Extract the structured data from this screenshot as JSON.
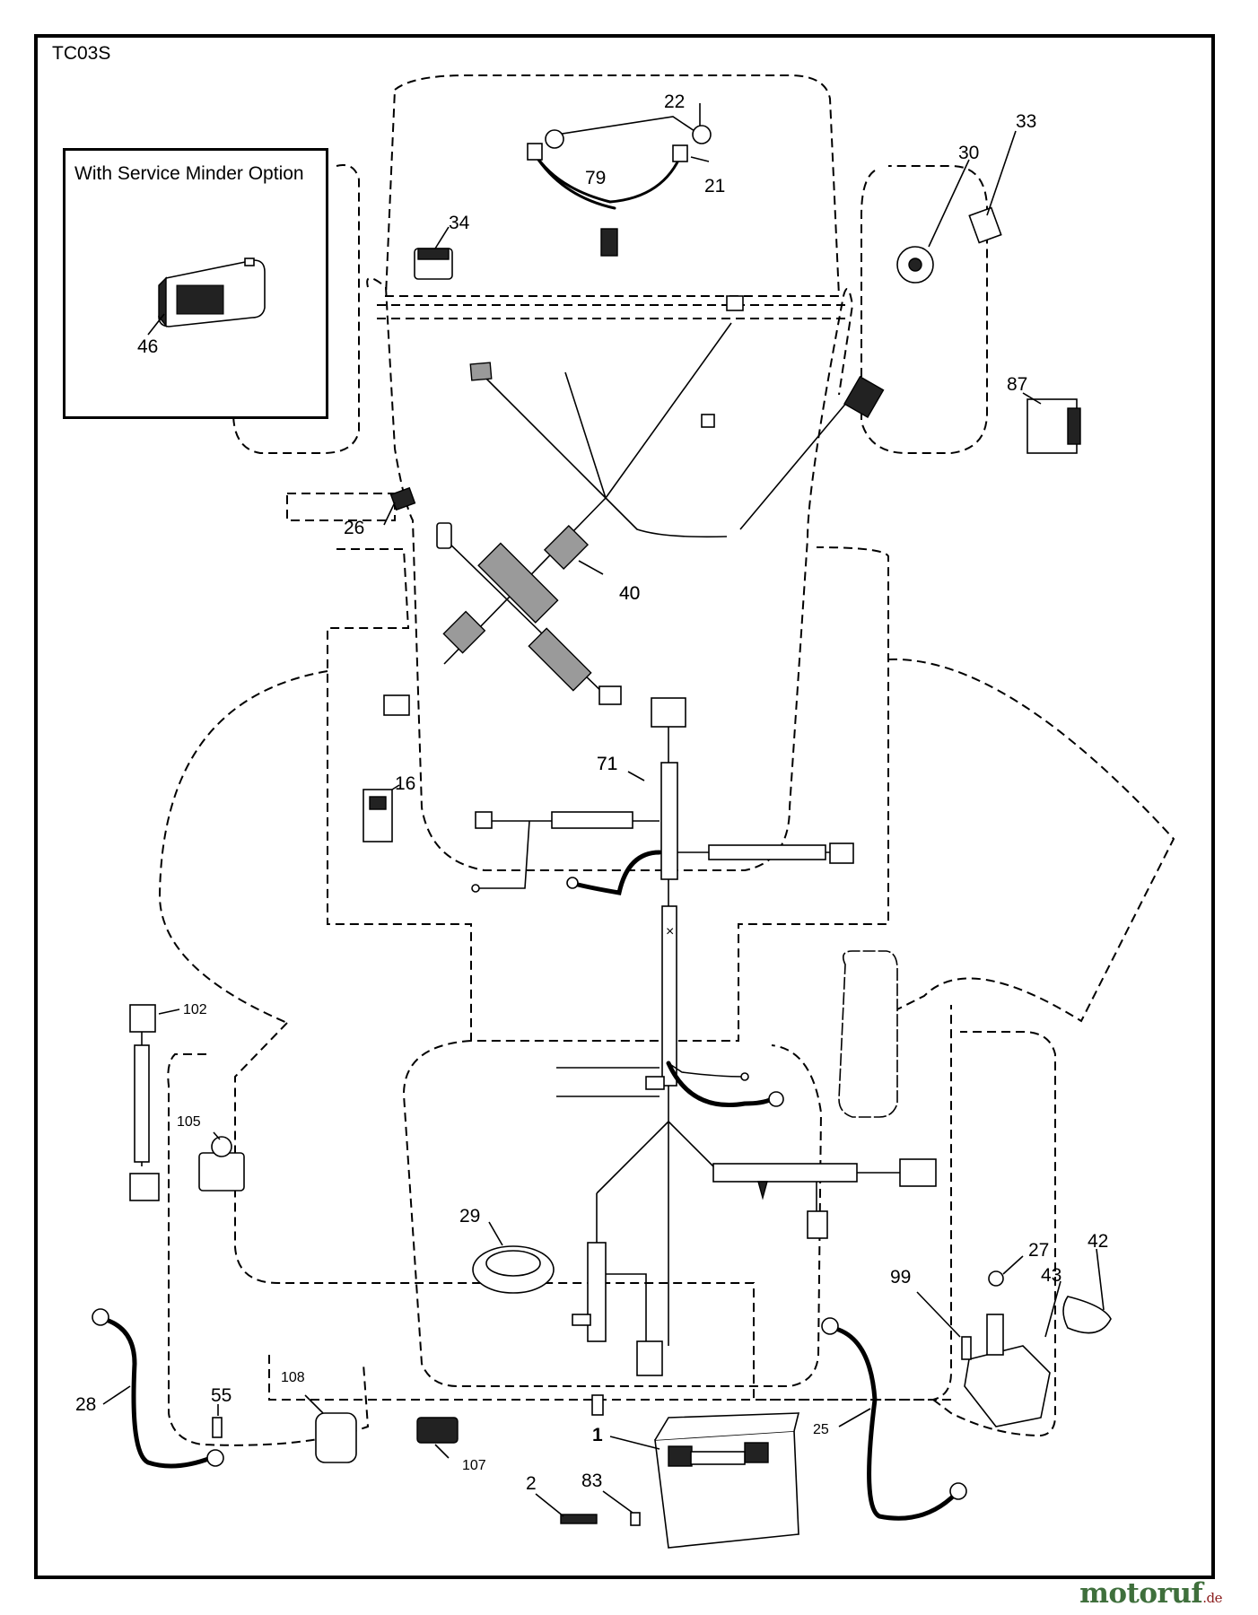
{
  "diagram_code": "TC03S",
  "inset": {
    "title": "With Service Minder Option"
  },
  "callouts": [
    "22",
    "79",
    "21",
    "34",
    "30",
    "33",
    "46",
    "87",
    "26",
    "40",
    "71",
    "16",
    "102",
    "105",
    "29",
    "27",
    "42",
    "99",
    "43",
    "28",
    "55",
    "108",
    "107",
    "1",
    "25",
    "2",
    "83"
  ],
  "watermark": {
    "text": "motoruf",
    "suffix": ".de"
  }
}
